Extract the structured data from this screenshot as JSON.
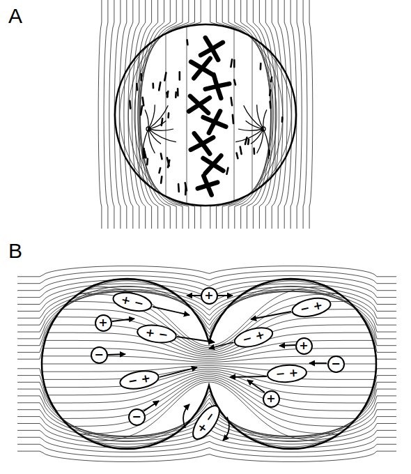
{
  "diagram": {
    "nodes": [
      {
        "text": [
          "+ −"
        ]
      },
      {
        "text": [
          "+"
        ]
      },
      {
        "text": [
          "− +"
        ]
      },
      {
        "text": [
          "+"
        ]
      },
      {
        "text": [
          "+ −"
        ]
      },
      {
        "text": [
          "− +"
        ]
      },
      {
        "text": [
          "+"
        ]
      },
      {
        "text": [
          "−"
        ]
      },
      {
        "text": [
          "−"
        ]
      },
      {
        "text": [
          "− +"
        ]
      },
      {
        "text": [
          "− +"
        ]
      },
      {
        "text": [
          "+"
        ]
      },
      {
        "text": [
          "−"
        ]
      },
      {
        "text": [
          "+ −"
        ]
      }
    ],
    "labels": [
      "A",
      "B"
    ]
  }
}
